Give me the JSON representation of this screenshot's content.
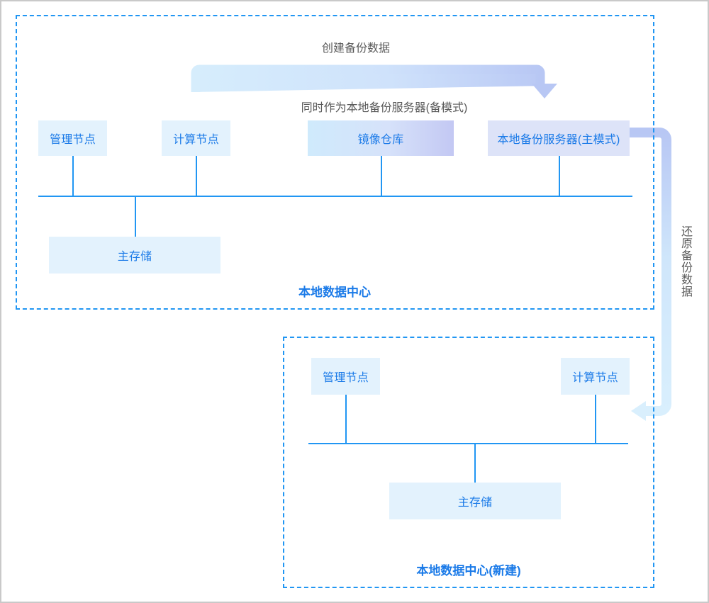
{
  "diagram": {
    "title_top": "创建备份数据",
    "labels": {
      "top_arrow_label": "创建备份数据",
      "mid_label": "同时作为本地备份服务器(备模式)",
      "right_arrow_label": "还原备份数据"
    },
    "zones": [
      {
        "id": "local-dc",
        "title": "本地数据中心",
        "nodes": [
          {
            "id": "mgmt-node",
            "label": "管理节点",
            "style": "fill-light"
          },
          {
            "id": "compute-node",
            "label": "计算节点",
            "style": "fill-light"
          },
          {
            "id": "image-repo",
            "label": "镜像仓库",
            "style": "fill-grad"
          },
          {
            "id": "backup-srv",
            "label": "本地备份服务器(主模式)",
            "style": "fill-lav"
          },
          {
            "id": "main-storage",
            "label": "主存储",
            "style": "fill-light"
          }
        ]
      },
      {
        "id": "local-dc-new",
        "title": "本地数据中心(新建)",
        "nodes": [
          {
            "id": "mgmt-node-2",
            "label": "管理节点",
            "style": "fill-light"
          },
          {
            "id": "compute-node-2",
            "label": "计算节点",
            "style": "fill-light"
          },
          {
            "id": "main-storage-2",
            "label": "主存储",
            "style": "fill-light"
          }
        ]
      }
    ],
    "colors": {
      "node_text": "#1a7ae8",
      "zone_border": "#2196f3",
      "line": "#2196f3",
      "caption_text": "#595959",
      "arrow_top_start": "#d5ecfb",
      "arrow_top_end": "#b9c8f5",
      "arrow_right_start": "#b9c8f5",
      "arrow_right_end": "#d8eefc",
      "node_fill_light": "#e3f2fd",
      "node_fill_lavender": "#dde3f8",
      "page_border": "#c9c9c9"
    }
  }
}
